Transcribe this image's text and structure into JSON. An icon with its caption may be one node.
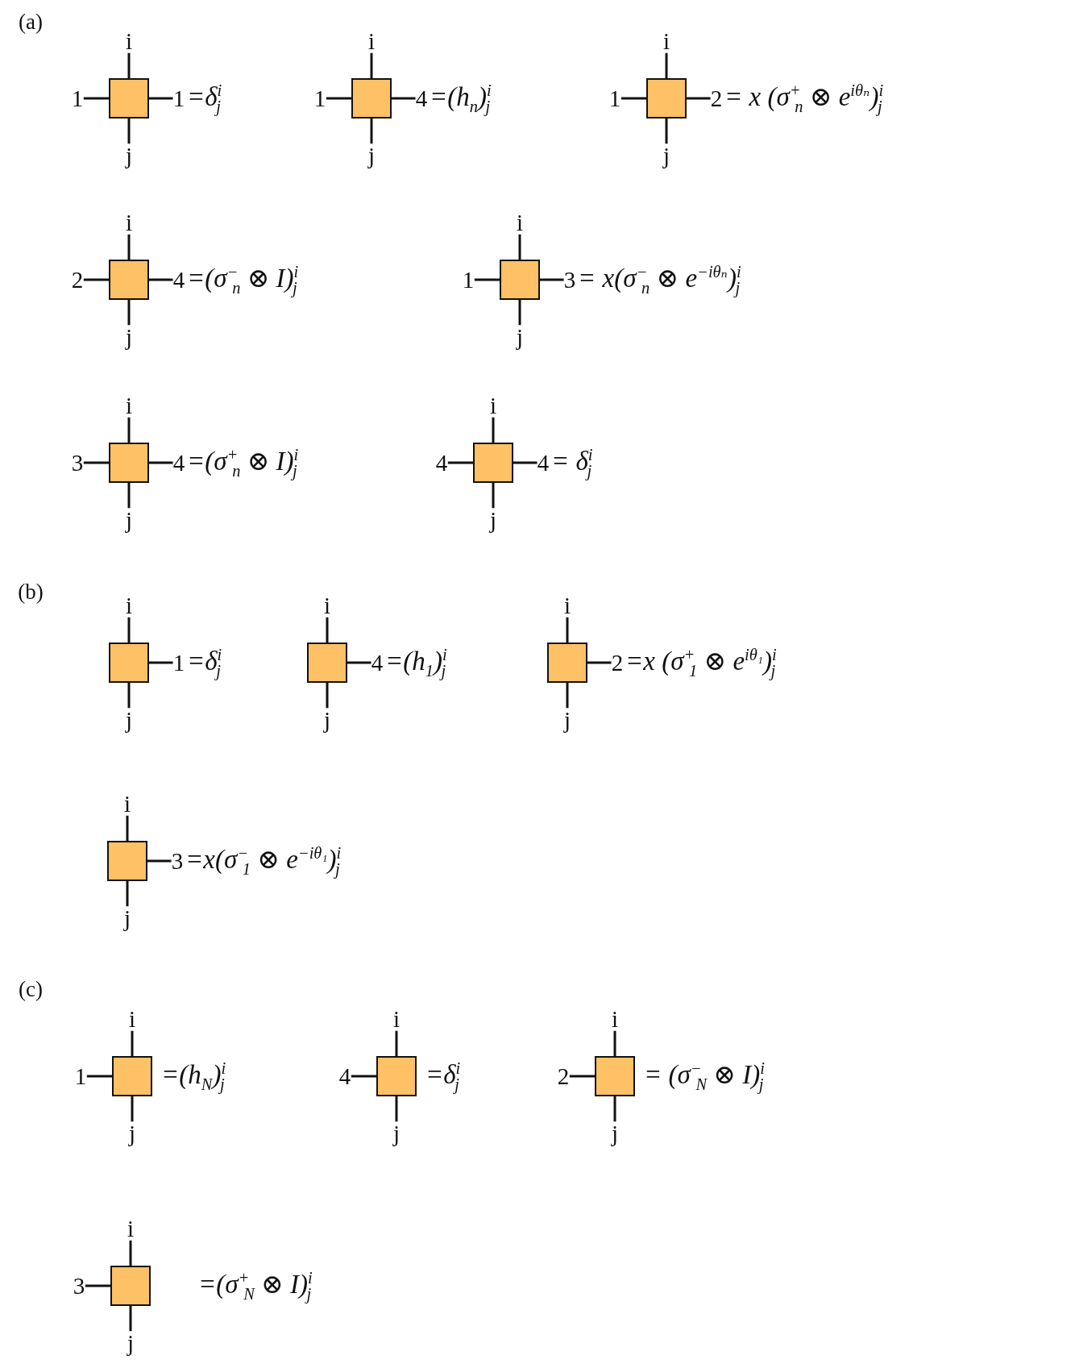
{
  "diagram": {
    "nodes": [
      {
        "text": [],
        "shape": "box"
      },
      {
        "text": [
          "i"
        ]
      },
      {
        "text": [
          "1"
        ]
      },
      {
        "text": [
          "1"
        ]
      },
      {
        "text": [
          "j"
        ]
      },
      {
        "text": [],
        "shape": "box"
      },
      {
        "text": [
          "i"
        ]
      },
      {
        "text": [
          "1"
        ]
      },
      {
        "text": [
          "4"
        ]
      },
      {
        "text": [
          "j"
        ]
      },
      {
        "text": [],
        "shape": "box"
      },
      {
        "text": [
          "i"
        ]
      },
      {
        "text": [
          "1"
        ]
      },
      {
        "text": [
          "2"
        ]
      },
      {
        "text": [
          "j"
        ]
      },
      {
        "text": [],
        "shape": "box"
      },
      {
        "text": [
          "i"
        ]
      },
      {
        "text": [
          "2"
        ]
      },
      {
        "text": [
          "4"
        ]
      },
      {
        "text": [
          "j"
        ]
      },
      {
        "text": [],
        "shape": "box"
      },
      {
        "text": [
          "i"
        ]
      },
      {
        "text": [
          "1"
        ]
      },
      {
        "text": [
          "3"
        ]
      },
      {
        "text": [
          "j"
        ]
      },
      {
        "text": [],
        "shape": "box"
      },
      {
        "text": [
          "i"
        ]
      },
      {
        "text": [
          "3"
        ]
      },
      {
        "text": [
          "4"
        ]
      },
      {
        "text": [
          "j"
        ]
      },
      {
        "text": [],
        "shape": "box"
      },
      {
        "text": [
          "i"
        ]
      },
      {
        "text": [
          "4"
        ]
      },
      {
        "text": [
          "4"
        ]
      },
      {
        "text": [
          "j"
        ]
      },
      {
        "text": [],
        "shape": "box"
      },
      {
        "text": [
          "i"
        ]
      },
      {
        "text": [
          "1"
        ]
      },
      {
        "text": [
          "j"
        ]
      },
      {
        "text": [],
        "shape": "box"
      },
      {
        "text": [
          "i"
        ]
      },
      {
        "text": [
          "4"
        ]
      },
      {
        "text": [
          "j"
        ]
      },
      {
        "text": [],
        "shape": "box"
      },
      {
        "text": [
          "i"
        ]
      },
      {
        "text": [
          "2"
        ]
      },
      {
        "text": [
          "j"
        ]
      },
      {
        "text": [],
        "shape": "box"
      },
      {
        "text": [
          "i"
        ]
      },
      {
        "text": [
          "3"
        ]
      },
      {
        "text": [
          "j"
        ]
      },
      {
        "text": [],
        "shape": "box"
      },
      {
        "text": [
          "i"
        ]
      },
      {
        "text": [
          "1"
        ]
      },
      {
        "text": [
          "j"
        ]
      },
      {
        "text": [],
        "shape": "box"
      },
      {
        "text": [
          "i"
        ]
      },
      {
        "text": [
          "4"
        ]
      },
      {
        "text": [
          "j"
        ]
      },
      {
        "text": [],
        "shape": "box"
      },
      {
        "text": [
          "i"
        ]
      },
      {
        "text": [
          "2"
        ]
      },
      {
        "text": [
          "j"
        ]
      },
      {
        "text": [],
        "shape": "box"
      },
      {
        "text": [
          "i"
        ]
      },
      {
        "text": [
          "3"
        ]
      },
      {
        "text": [
          "j"
        ]
      }
    ],
    "edges": [
      {
        "from": 0,
        "to": 1,
        "arrow": "none"
      },
      {
        "from": 0,
        "to": 2,
        "arrow": "none"
      },
      {
        "from": 0,
        "to": 3,
        "arrow": "none"
      },
      {
        "from": 0,
        "to": 4,
        "arrow": "none"
      },
      {
        "from": 5,
        "to": 6,
        "arrow": "none"
      },
      {
        "from": 5,
        "to": 7,
        "arrow": "none"
      },
      {
        "from": 5,
        "to": 8,
        "arrow": "none"
      },
      {
        "from": 5,
        "to": 9,
        "arrow": "none"
      },
      {
        "from": 10,
        "to": 11,
        "arrow": "none"
      },
      {
        "from": 10,
        "to": 12,
        "arrow": "none"
      },
      {
        "from": 10,
        "to": 13,
        "arrow": "none"
      },
      {
        "from": 10,
        "to": 14,
        "arrow": "none"
      },
      {
        "from": 15,
        "to": 16,
        "arrow": "none"
      },
      {
        "from": 15,
        "to": 17,
        "arrow": "none"
      },
      {
        "from": 15,
        "to": 18,
        "arrow": "none"
      },
      {
        "from": 15,
        "to": 19,
        "arrow": "none"
      },
      {
        "from": 20,
        "to": 21,
        "arrow": "none"
      },
      {
        "from": 20,
        "to": 22,
        "arrow": "none"
      },
      {
        "from": 20,
        "to": 23,
        "arrow": "none"
      },
      {
        "from": 20,
        "to": 24,
        "arrow": "none"
      },
      {
        "from": 25,
        "to": 26,
        "arrow": "none"
      },
      {
        "from": 25,
        "to": 27,
        "arrow": "none"
      },
      {
        "from": 25,
        "to": 28,
        "arrow": "none"
      },
      {
        "from": 25,
        "to": 29,
        "arrow": "none"
      },
      {
        "from": 30,
        "to": 31,
        "arrow": "none"
      },
      {
        "from": 30,
        "to": 32,
        "arrow": "none"
      },
      {
        "from": 30,
        "to": 33,
        "arrow": "none"
      },
      {
        "from": 30,
        "to": 34,
        "arrow": "none"
      },
      {
        "from": 35,
        "to": 36,
        "arrow": "none"
      },
      {
        "from": 35,
        "to": 37,
        "arrow": "none"
      },
      {
        "from": 35,
        "to": 38,
        "arrow": "none"
      },
      {
        "from": 39,
        "to": 40,
        "arrow": "none"
      },
      {
        "from": 39,
        "to": 41,
        "arrow": "none"
      },
      {
        "from": 39,
        "to": 42,
        "arrow": "none"
      },
      {
        "from": 43,
        "to": 44,
        "arrow": "none"
      },
      {
        "from": 43,
        "to": 45,
        "arrow": "none"
      },
      {
        "from": 43,
        "to": 46,
        "arrow": "none"
      },
      {
        "from": 47,
        "to": 48,
        "arrow": "none"
      },
      {
        "from": 47,
        "to": 49,
        "arrow": "none"
      },
      {
        "from": 47,
        "to": 50,
        "arrow": "none"
      },
      {
        "from": 51,
        "to": 52,
        "arrow": "none"
      },
      {
        "from": 51,
        "to": 53,
        "arrow": "none"
      },
      {
        "from": 51,
        "to": 54,
        "arrow": "none"
      },
      {
        "from": 55,
        "to": 56,
        "arrow": "none"
      },
      {
        "from": 55,
        "to": 57,
        "arrow": "none"
      },
      {
        "from": 55,
        "to": 58,
        "arrow": "none"
      },
      {
        "from": 59,
        "to": 60,
        "arrow": "none"
      },
      {
        "from": 59,
        "to": 61,
        "arrow": "none"
      },
      {
        "from": 59,
        "to": 62,
        "arrow": "none"
      },
      {
        "from": 63,
        "to": 64,
        "arrow": "none"
      },
      {
        "from": 63,
        "to": 65,
        "arrow": "none"
      },
      {
        "from": 63,
        "to": 66,
        "arrow": "none"
      }
    ],
    "labels": [
      "(a)",
      "=δ$^{i}$$_{j}$",
      "=(h$_{n}$)$^{i}$$_{j}$",
      "= x (σ$^{+}$$_{n}$ ⊗ e$^{iθₙ}$)$^{i}$$_{j}$",
      "=(σ$^{−}$$_{n}$ ⊗ I)$^{i}$$_{j}$",
      "= x(σ$^{−}$$_{n}$ ⊗ e$^{−iθₙ}$)$^{i}$$_{j}$",
      "=(σ$^{+}$$_{n}$ ⊗ I)$^{i}$$_{j}$",
      "= δ$^{i}$$_{j}$",
      "(b)",
      "=δ$^{i}$$_{j}$",
      "=(h$_{1}$)$^{i}$$_{j}$",
      "=x (σ$^{+}$$_{1}$ ⊗ e$^{iθ₁}$)$^{i}$$_{j}$",
      "=x(σ$^{−}$$_{1}$ ⊗ e$^{−iθ₁}$)$^{i}$$_{j}$",
      "(c)",
      "=(h$_{N}$)$^{i}$$_{j}$",
      "=δ$^{i}$$_{j}$",
      "= (σ$^{−}$$_{N}$ ⊗ I)$^{i}$$_{j}$",
      "=(σ$^{+}$$_{N}$ ⊗ I)$^{i}$$_{j}$"
    ]
  }
}
